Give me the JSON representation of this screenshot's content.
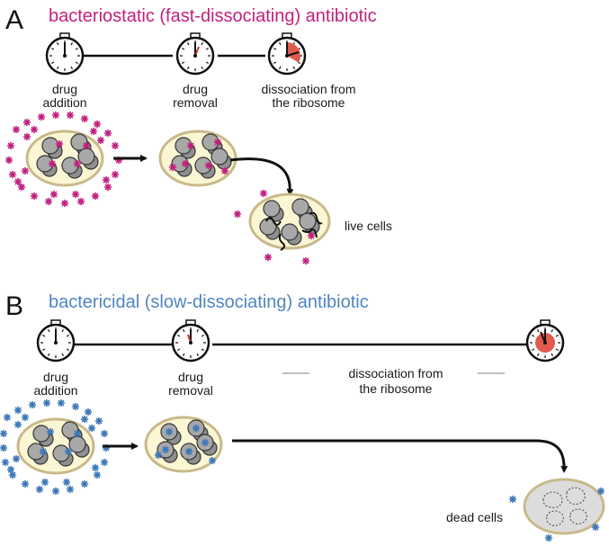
{
  "panel_a": {
    "letter": "A",
    "title": "bacteriostatic (fast-dissociating) antibiotic",
    "title_color": "#c2207f",
    "timeline": {
      "step1": [
        "drug",
        "addition"
      ],
      "step2": [
        "drug",
        "removal"
      ],
      "step3": [
        "dissociation from",
        "the ribosome"
      ]
    },
    "outcome": "live cells"
  },
  "panel_b": {
    "letter": "B",
    "title": "bactericidal (slow-dissociating) antibiotic",
    "title_color": "#4f86c0",
    "timeline": {
      "step1": [
        "drug",
        "addition"
      ],
      "step2": [
        "drug",
        "removal"
      ],
      "step3": [
        "dissociation from",
        "the ribosome"
      ]
    },
    "outcome": "dead cells"
  },
  "colors": {
    "cell_fill": "#fbf6d4",
    "cell_stroke": "#c9b98a",
    "dead_cell_fill": "#dcdcdc",
    "ribosome": "#8f8f8f",
    "clock_red": "#e05a4e"
  }
}
